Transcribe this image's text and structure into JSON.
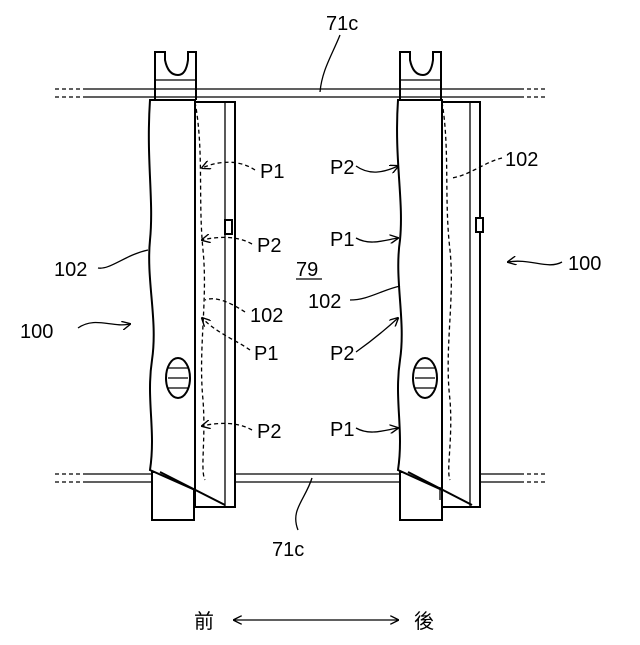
{
  "figure": {
    "labels": {
      "rail_top": "71c",
      "rail_bottom": "71c",
      "center_ref": "79",
      "unit_left": "100",
      "unit_right": "100",
      "part_left": "102",
      "part_mid": "102",
      "part_center": "102",
      "part_right": "102",
      "left_p1_a": "P1",
      "left_p2_a": "P2",
      "left_p1_b": "P1",
      "left_p2_b": "P2",
      "right_p2_a": "P2",
      "right_p1_a": "P1",
      "right_p2_b": "P2",
      "right_p1_b": "P1"
    },
    "direction": {
      "front": "前",
      "back": "後"
    }
  }
}
